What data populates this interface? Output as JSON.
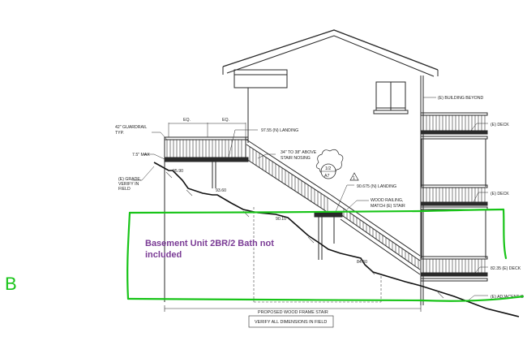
{
  "labels": {
    "guardrail": [
      "42\" GUARDRAIL",
      "TYP."
    ],
    "max": "7.5\" MAX",
    "grade": [
      "(E) GRADE,",
      "VERIFY IN",
      "FIELD"
    ],
    "eq": "EQ.",
    "landing_top": "97.55 (N) LANDING",
    "above_stair": [
      "34\" TO 38\" ABOVE",
      "STAIR NOSING"
    ],
    "section_num": "1/2",
    "section_sheet": "A7",
    "delta": "1",
    "landing_mid": "90.675 (N) LANDING",
    "railing": [
      "WOOD RAILING,",
      "MATCH (E) STAIR"
    ],
    "building_beyond": "(E) BUILDING BEYOND",
    "deck1": "(E) DECK",
    "deck2": "(E) DECK",
    "deck3": "82.35 (E) DECK",
    "adjacent": "(E) ADJACENT G",
    "elev_95": "95.90",
    "elev_93": "93.60",
    "elev_90": "90.10",
    "elev_84": "84.60",
    "proposed": "PROPOSED WOOD FRAME STAIR",
    "verify": "VERIFY ALL DIMENSIONS IN FIELD"
  },
  "annotation": {
    "line1": "Basement Unit  2BR/2 Bath not",
    "line2": "included",
    "margin_mark": "B"
  },
  "colors": {
    "line": "#2a2a2a",
    "markup_green": "#18c418",
    "markup_purple": "#7a3b95"
  }
}
